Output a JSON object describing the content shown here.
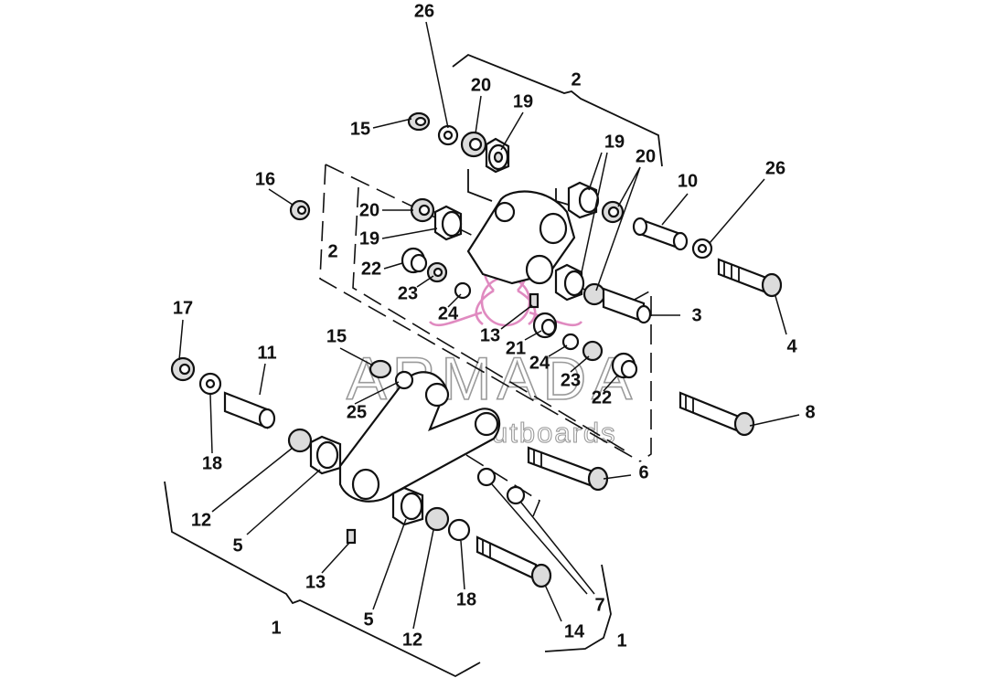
{
  "callouts": {
    "c26a": "26",
    "c20a": "20",
    "c19a": "19",
    "c15a": "15",
    "c2a": "2",
    "c19b": "19",
    "c20b": "20",
    "c26b": "26",
    "c10": "10",
    "c16": "16",
    "c20c": "20",
    "c19c": "19",
    "c2b": "2",
    "c22a": "22",
    "c23a": "23",
    "c24a": "24",
    "c13a": "13",
    "c21": "21",
    "c3": "3",
    "c4": "4",
    "c24b": "24",
    "c23b": "23",
    "c22b": "22",
    "c8": "8",
    "c17": "17",
    "c11": "11",
    "c15b": "15",
    "c25": "25",
    "c18a": "18",
    "c6": "6",
    "c12a": "12",
    "c5a": "5",
    "c13b": "13",
    "c18b": "18",
    "c7": "7",
    "c5b": "5",
    "c12b": "12",
    "c14": "14",
    "c1a": "1",
    "c1b": "1"
  },
  "watermark": {
    "brand": "ARMADA",
    "tagline": "marine outboards"
  },
  "colors": {
    "ink": "#111111",
    "watermark_pink": "#e08ac0",
    "watermark_gray": "#9a9a9a"
  }
}
